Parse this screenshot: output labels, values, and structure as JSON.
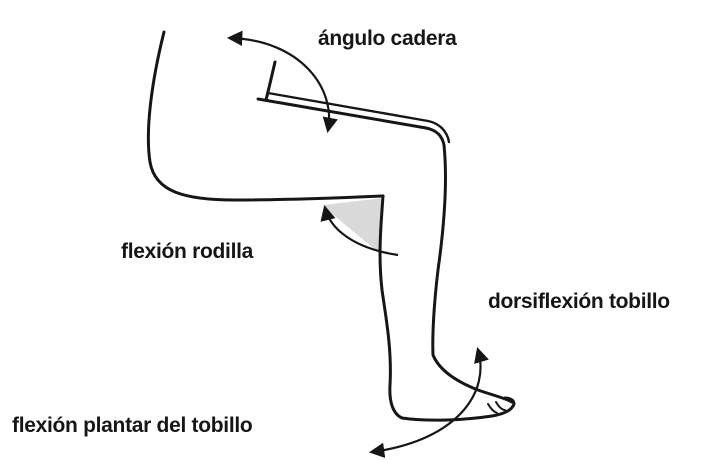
{
  "labels": {
    "hip_angle": "ángulo cadera",
    "knee_flexion": "flexión rodilla",
    "ankle_dorsiflexion": "dorsiflexión tobillo",
    "ankle_plantar_flexion": "flexión plantar del tobillo"
  },
  "colors": {
    "ink": "#161616",
    "knee_shade": "#d9d9d9",
    "background": "#ffffff"
  }
}
